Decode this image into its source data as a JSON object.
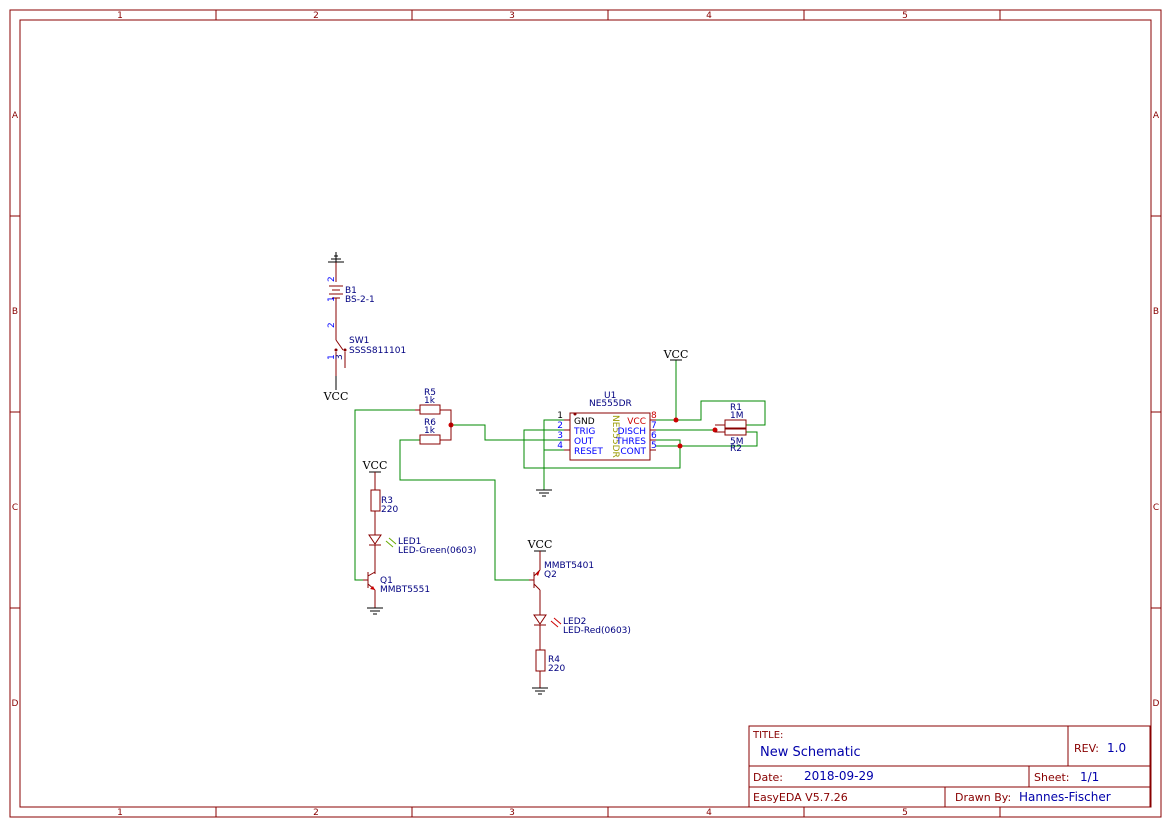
{
  "colors": {
    "frame": "#880000",
    "wire": "#008800",
    "component_label": "#000080",
    "pin_name": "#0000ff",
    "pin_number_red": "#cc0000",
    "junction": "#cc0000",
    "chip_name": "#999900",
    "title_value": "#0000aa",
    "black": "#000000"
  },
  "frame": {
    "columns": [
      "1",
      "2",
      "3",
      "4",
      "5"
    ],
    "rows": [
      "A",
      "B",
      "C",
      "D"
    ]
  },
  "title_block": {
    "title_label": "TITLE:",
    "title_value": "New Schematic",
    "rev_label": "REV:",
    "rev_value": "1.0",
    "date_label": "Date:",
    "date_value": "2018-09-29",
    "sheet_label": "Sheet:",
    "sheet_value": "1/1",
    "software": "EasyEDA V5.7.26",
    "drawn_by_label": "Drawn By:",
    "drawn_by_value": "Hannes-Fischer"
  },
  "components": {
    "b1": {
      "ref": "B1",
      "value": "BS-2-1",
      "pin_top": "2",
      "pin_bottom": "1"
    },
    "sw1": {
      "ref": "SW1",
      "value": "SSSS811101",
      "pin_top": "2",
      "pin_left": "1",
      "pin_right": "3"
    },
    "u1": {
      "ref": "U1",
      "value": "NE555DR",
      "body_text": "NE555DR",
      "left_pins": [
        {
          "num": "1",
          "name": "GND"
        },
        {
          "num": "2",
          "name": "TRIG"
        },
        {
          "num": "3",
          "name": "OUT"
        },
        {
          "num": "4",
          "name": "RESET"
        }
      ],
      "right_pins": [
        {
          "num": "8",
          "name": "VCC"
        },
        {
          "num": "7",
          "name": "DISCH"
        },
        {
          "num": "6",
          "name": "THRES"
        },
        {
          "num": "5",
          "name": "CONT"
        }
      ]
    },
    "r1": {
      "ref": "R1",
      "value": "1M"
    },
    "r2": {
      "ref": "R2",
      "value": "5M"
    },
    "r3": {
      "ref": "R3",
      "value": "220"
    },
    "r4": {
      "ref": "R4",
      "value": "220"
    },
    "r5": {
      "ref": "R5",
      "value": "1k"
    },
    "r6": {
      "ref": "R6",
      "value": "1k"
    },
    "led1": {
      "ref": "LED1",
      "value": "LED-Green(0603)"
    },
    "led2": {
      "ref": "LED2",
      "value": "LED-Red(0603)"
    },
    "q1": {
      "ref": "Q1",
      "value": "MMBT5551"
    },
    "q2": {
      "ref": "Q2",
      "value": "MMBT5401"
    }
  },
  "power": {
    "vcc_label": "VCC"
  }
}
